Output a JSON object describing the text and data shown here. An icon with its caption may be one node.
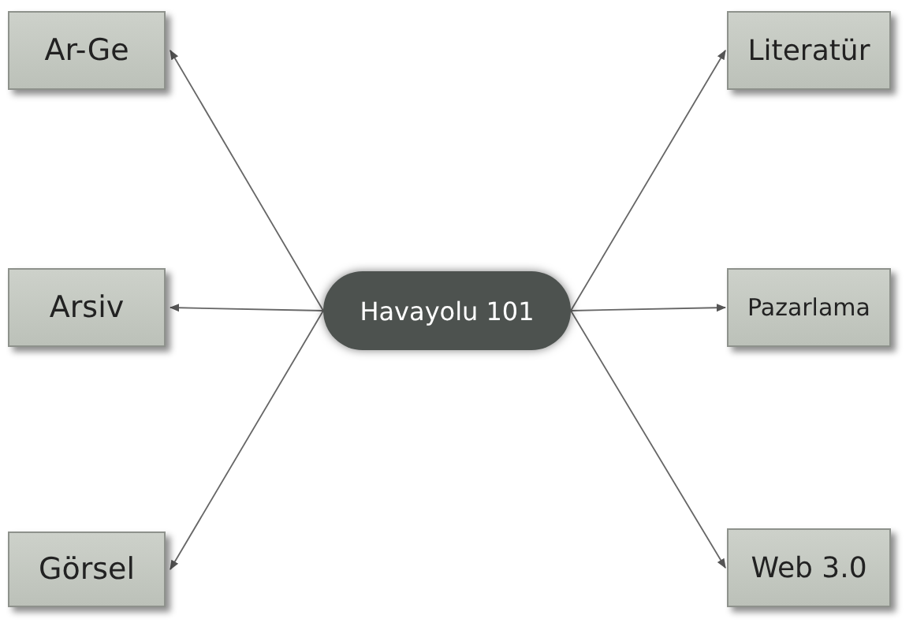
{
  "diagram": {
    "nodes": [
      {
        "text": [
          "Havayolu 101"
        ]
      },
      {
        "text": [
          "Ar-Ge"
        ]
      },
      {
        "text": [
          "Literatür"
        ]
      },
      {
        "text": [
          "Arsiv"
        ]
      },
      {
        "text": [
          "Pazarlama"
        ]
      },
      {
        "text": [
          "Görsel"
        ]
      },
      {
        "text": [
          "Web 3.0"
        ]
      }
    ],
    "edges": [
      {
        "from": 0,
        "to": 1,
        "arrow": "to"
      },
      {
        "from": 0,
        "to": 2,
        "arrow": "to"
      },
      {
        "from": 0,
        "to": 3,
        "arrow": "to"
      },
      {
        "from": 0,
        "to": 4,
        "arrow": "to"
      },
      {
        "from": 0,
        "to": 5,
        "arrow": "to"
      },
      {
        "from": 0,
        "to": 6,
        "arrow": "to"
      }
    ]
  }
}
